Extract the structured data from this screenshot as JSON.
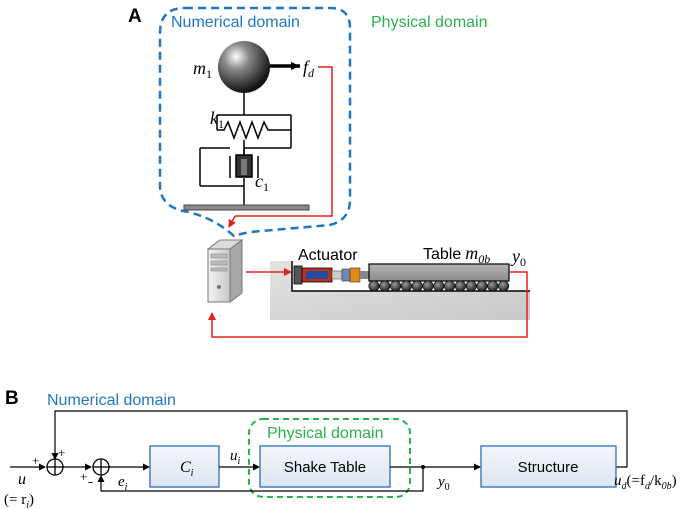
{
  "panel_a": {
    "label": "A",
    "numerical_domain": "Numerical domain",
    "physical_domain": "Physical domain",
    "mass_label": "m",
    "mass_sub": "1",
    "force_label": "f",
    "force_sub": "d",
    "spring_label": "k",
    "spring_sub": "1",
    "damper_label": "c",
    "damper_sub": "1",
    "actuator": "Actuator",
    "table": "Table",
    "table_mass": "m",
    "table_mass_sub": "0b",
    "output": "y",
    "output_sub": "0",
    "colors": {
      "numerical": "#1f77c4",
      "physical": "#2bb24c",
      "signal": "#e8201c"
    }
  },
  "panel_b": {
    "label": "B",
    "numerical_domain": "Numerical domain",
    "physical_domain": "Physical domain",
    "controller": "C",
    "controller_sub": "i",
    "shake_table": "Shake Table",
    "structure": "Structure",
    "input_u": "u",
    "input_eq": "(= r",
    "input_eq_sub": "i",
    "input_eq_close": ")",
    "error": "e",
    "error_sub": "i",
    "ui": "u",
    "ui_sub": "i",
    "y0": "y",
    "y0_sub": "0",
    "ud": "u",
    "ud_sub": "d",
    "ud_eq_1": "(=f",
    "ud_eq_sub1": "d",
    "ud_eq_2": "/k",
    "ud_eq_sub2": "0b",
    "ud_eq_close": ")",
    "plus": "+",
    "minus": "-"
  }
}
